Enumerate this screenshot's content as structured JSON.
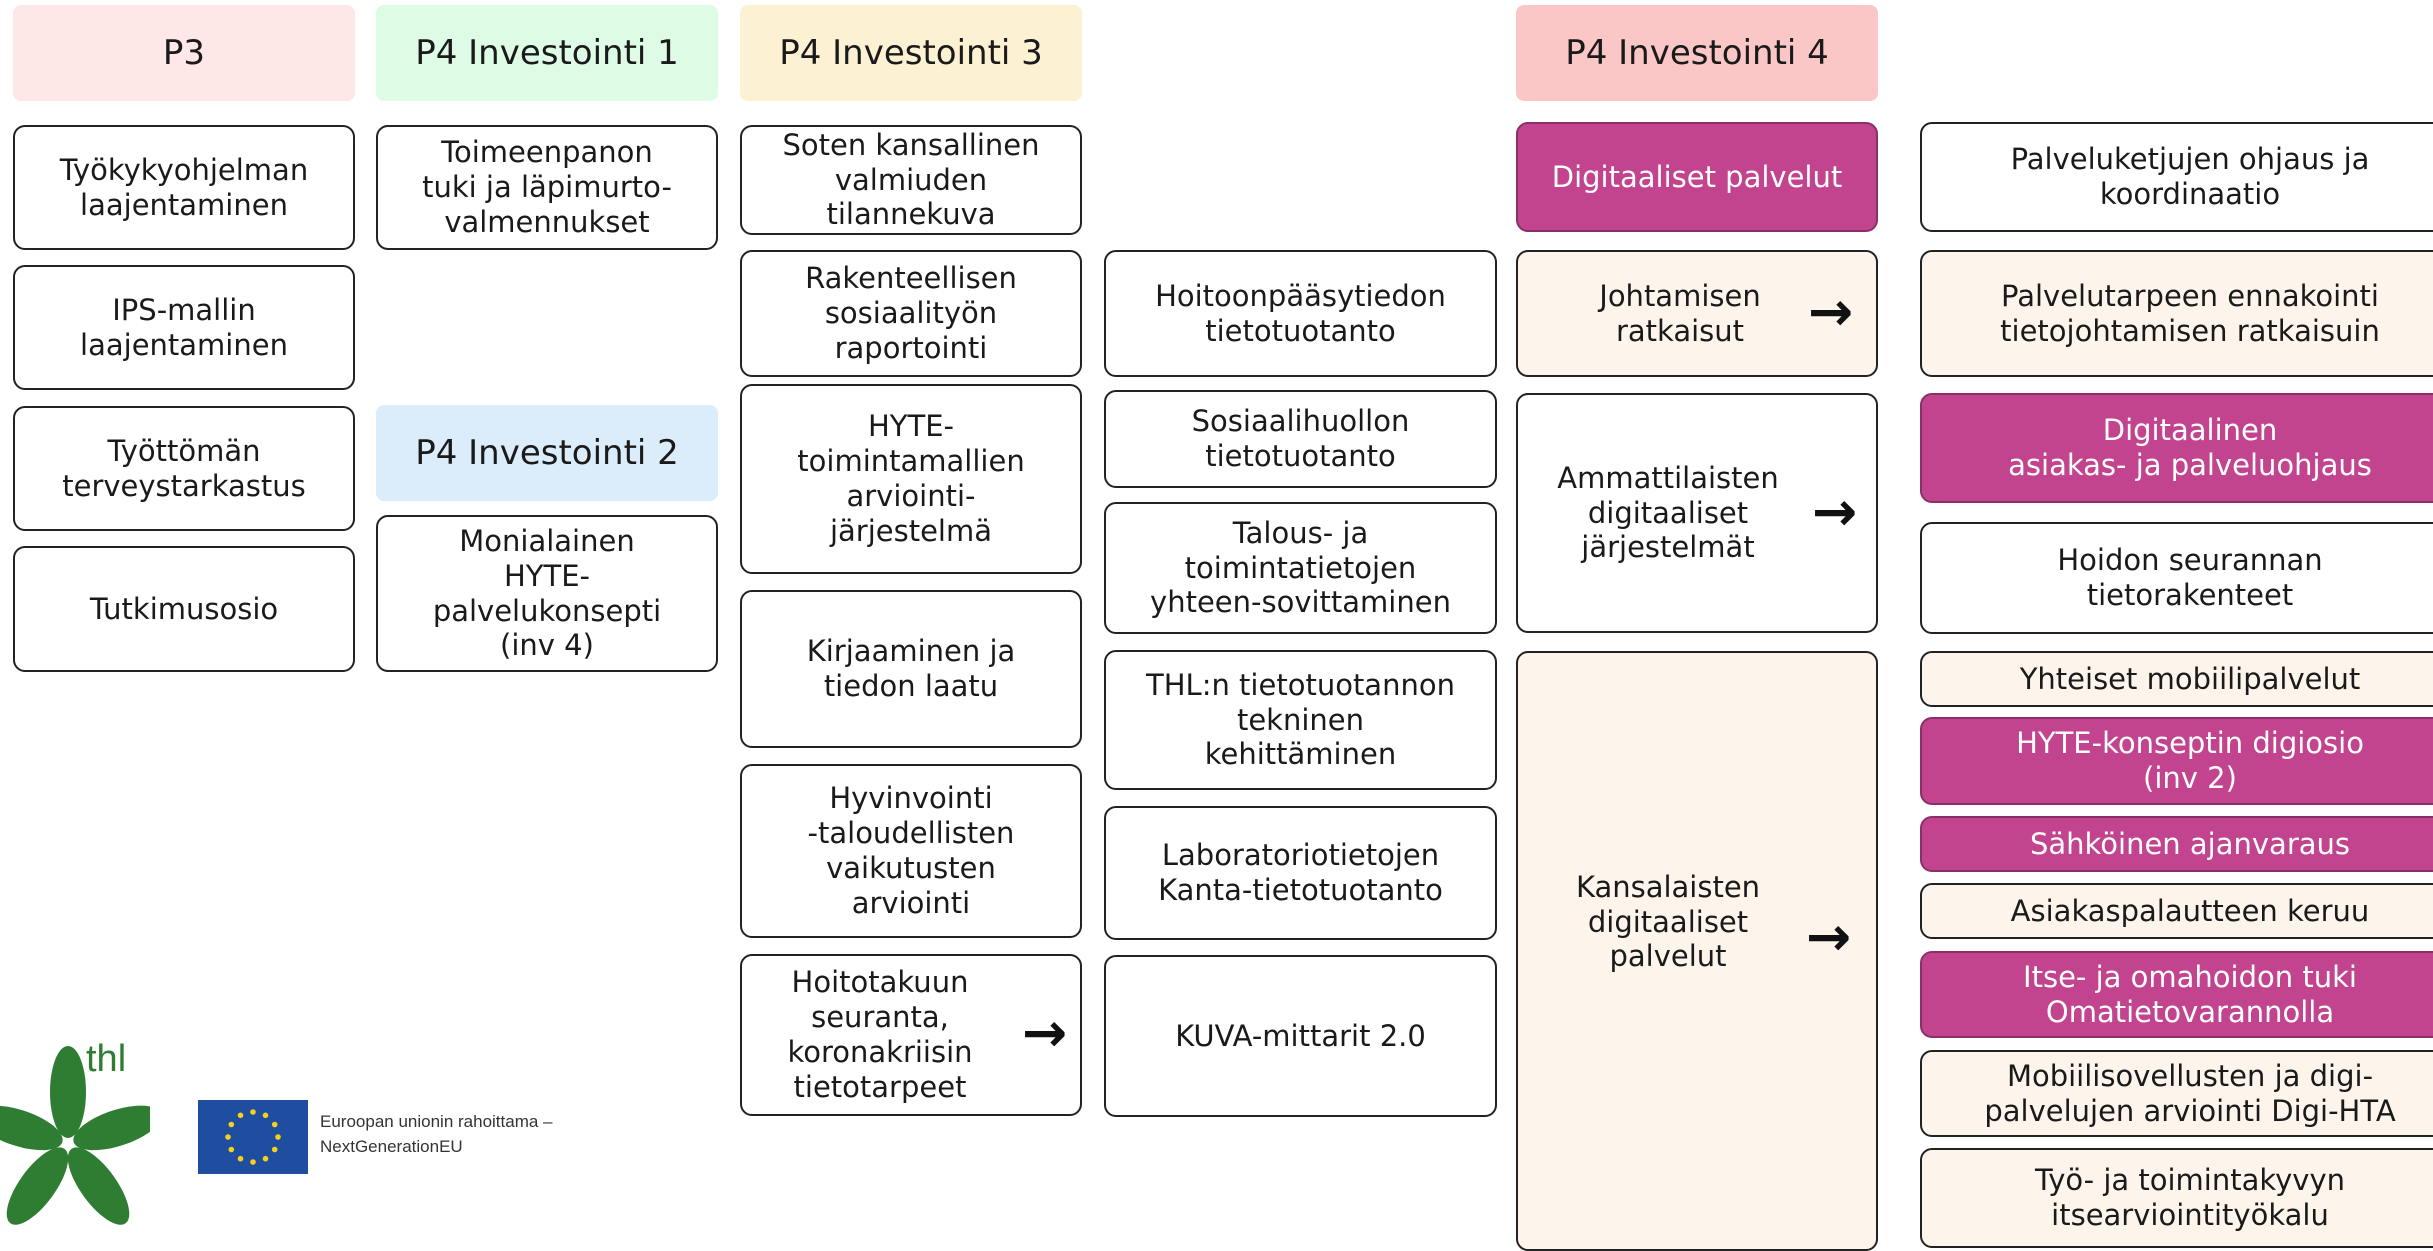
{
  "colors": {
    "header_pink": "#fde7e7",
    "header_green": "#ddfbe5",
    "header_yellow": "#fdf1d4",
    "header_blue": "#dbecfb",
    "header_red": "#fbc6c6",
    "magenta": "#c2448f",
    "peach": "#fdf4ec"
  },
  "headers": {
    "p3": "P3",
    "p4_inv1": "P4 Investointi 1",
    "p4_inv3": "P4 Investointi 3",
    "p4_inv4": "P4 Investointi 4",
    "p4_inv2": "P4 Investointi 2"
  },
  "col_p3": [
    "Työkykyohjelman\nlaajentaminen",
    "IPS-mallin\nlaajentaminen",
    "Työttömän\nterveystarkastus",
    "Tutkimusosio"
  ],
  "col_inv1": [
    "Toimeenpanon\ntuki ja läpimurto-\nvalmennukset"
  ],
  "col_inv2": [
    "Monialainen\nHYTE-\npalvelukonsepti\n(inv 4)"
  ],
  "col_inv3a": [
    "Soten kansallinen\nvalmiuden\ntilannekuva",
    "Rakenteellisen\nsosiaalityön\nraportointi",
    "HYTE-\ntoimintamallien\narviointi-\njärjestelmä",
    "Kirjaaminen ja\ntiedon laatu",
    "Hyvinvointi\n-taloudellisten\nvaikutusten\narviointi",
    "Hoitotakuun\nseuranta,\nkoronakriisin\ntietotarpeet"
  ],
  "col_inv3b": [
    "Hoitoonpääsytiedon\ntietotuotanto",
    "Sosiaalihuollon\ntietotuotanto",
    "Talous- ja\ntoimintatietojen\nyhteen-sovittaminen",
    "THL:n tietotuotannon\ntekninen\nkehittäminen",
    "Laboratoriotietojen\nKanta-tietotuotanto",
    "KUVA-mittarit 2.0"
  ],
  "col_inv4": [
    "Digitaaliset palvelut",
    "Johtamisen\nratkaisut",
    "Ammattilaisten\ndigitaaliset\njärjestelmät",
    "Kansalaisten\ndigitaaliset\npalvelut"
  ],
  "col_right": [
    "Palveluketjujen ohjaus ja\nkoordinaatio",
    "Palvelutarpeen ennakointi\ntietojohtamisen ratkaisuin",
    "Digitaalinen\nasiakas- ja palveluohjaus",
    "Hoidon seurannan\ntietorakenteet",
    "Yhteiset mobiilipalvelut",
    "HYTE-konseptin digiosio\n(inv 2)",
    "Sähköinen ajanvaraus",
    "Asiakaspalautteen keruu",
    "Itse- ja omahoidon tuki\nOmatietovarannolla",
    "Mobiilisovellusten ja digi-\npalvelujen arviointi Digi-HTA",
    "Työ- ja toimintakyvyn\nitsearviointityökalu"
  ],
  "arrow_glyph": "→",
  "logo": {
    "thl": "thl",
    "eu_text": "Euroopan unionin rahoittama –\nNextGenerationEU"
  }
}
